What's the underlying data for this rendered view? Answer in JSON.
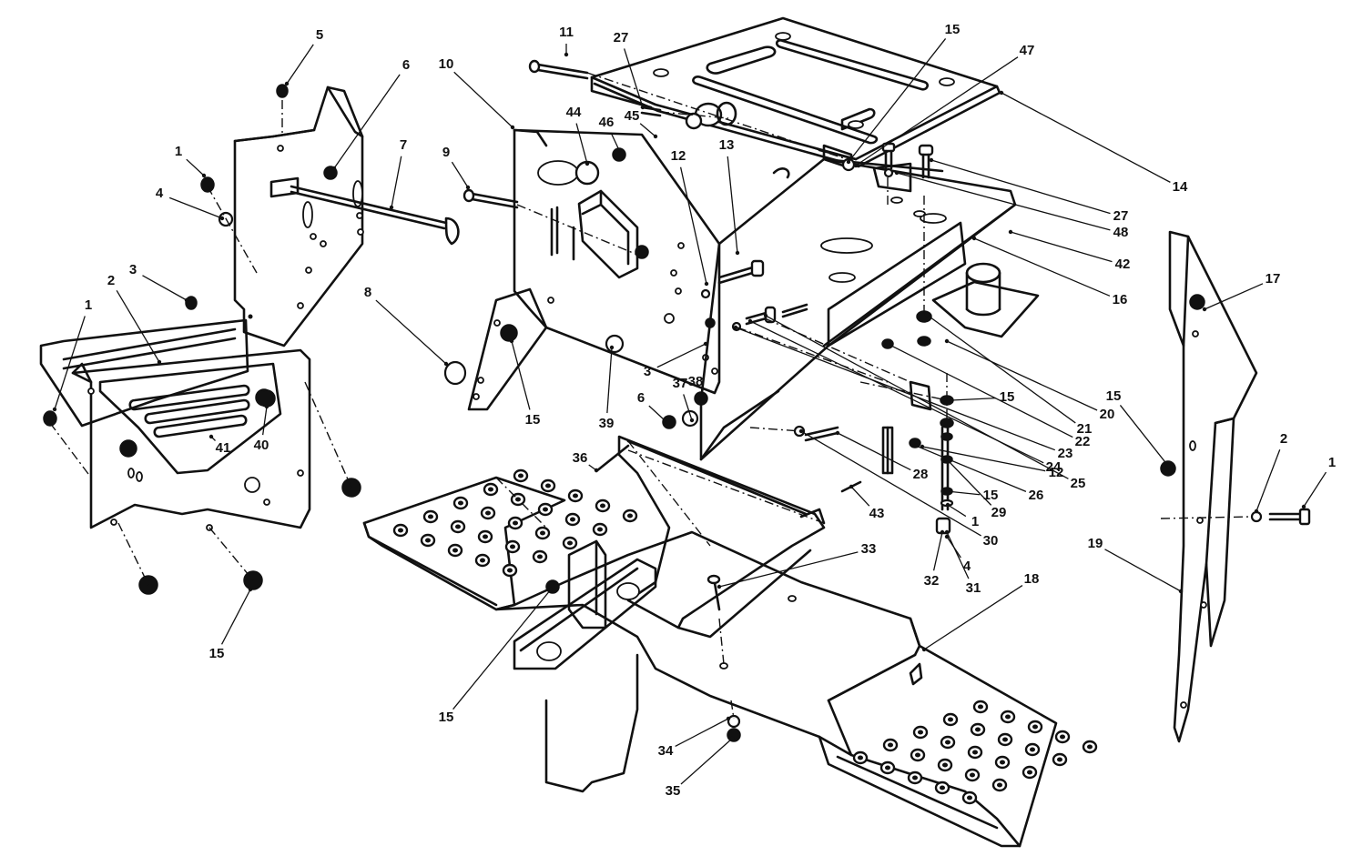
{
  "callouts": [
    {
      "id": "c1",
      "label": "1"
    },
    {
      "id": "c2",
      "label": "1"
    },
    {
      "id": "c3",
      "label": "1"
    },
    {
      "id": "c4",
      "label": "1"
    },
    {
      "id": "c5",
      "label": "2"
    },
    {
      "id": "c6",
      "label": "2"
    },
    {
      "id": "c7",
      "label": "3"
    },
    {
      "id": "c8",
      "label": "3"
    },
    {
      "id": "c9",
      "label": "4"
    },
    {
      "id": "c10",
      "label": "4"
    },
    {
      "id": "c11",
      "label": "5"
    },
    {
      "id": "c12",
      "label": "6"
    },
    {
      "id": "c13",
      "label": "6"
    },
    {
      "id": "c14",
      "label": "7"
    },
    {
      "id": "c15",
      "label": "8"
    },
    {
      "id": "c16",
      "label": "9"
    },
    {
      "id": "c17",
      "label": "10"
    },
    {
      "id": "c18",
      "label": "11"
    },
    {
      "id": "c19",
      "label": "12"
    },
    {
      "id": "c20",
      "label": "12"
    },
    {
      "id": "c21",
      "label": "13"
    },
    {
      "id": "c22",
      "label": "14"
    },
    {
      "id": "c23",
      "label": "15"
    },
    {
      "id": "c24",
      "label": "15"
    },
    {
      "id": "c25",
      "label": "15"
    },
    {
      "id": "c26",
      "label": "15"
    },
    {
      "id": "c27",
      "label": "15"
    },
    {
      "id": "c28",
      "label": "15"
    },
    {
      "id": "c29",
      "label": "15"
    },
    {
      "id": "c30",
      "label": "16"
    },
    {
      "id": "c31",
      "label": "17"
    },
    {
      "id": "c32",
      "label": "18"
    },
    {
      "id": "c33",
      "label": "19"
    },
    {
      "id": "c34",
      "label": "20"
    },
    {
      "id": "c35",
      "label": "21"
    },
    {
      "id": "c36",
      "label": "22"
    },
    {
      "id": "c37",
      "label": "23"
    },
    {
      "id": "c38",
      "label": "24"
    },
    {
      "id": "c39",
      "label": "25"
    },
    {
      "id": "c40",
      "label": "26"
    },
    {
      "id": "c41",
      "label": "27"
    },
    {
      "id": "c42",
      "label": "27"
    },
    {
      "id": "c43",
      "label": "28"
    },
    {
      "id": "c44",
      "label": "29"
    },
    {
      "id": "c45",
      "label": "30"
    },
    {
      "id": "c46",
      "label": "31"
    },
    {
      "id": "c47",
      "label": "32"
    },
    {
      "id": "c48",
      "label": "33"
    },
    {
      "id": "c49",
      "label": "34"
    },
    {
      "id": "c50",
      "label": "35"
    },
    {
      "id": "c51",
      "label": "36"
    },
    {
      "id": "c52",
      "label": "37"
    },
    {
      "id": "c53",
      "label": "38"
    },
    {
      "id": "c54",
      "label": "39"
    },
    {
      "id": "c55",
      "label": "40"
    },
    {
      "id": "c56",
      "label": "41"
    },
    {
      "id": "c57",
      "label": "42"
    },
    {
      "id": "c58",
      "label": "43"
    },
    {
      "id": "c59",
      "label": "44"
    },
    {
      "id": "c60",
      "label": "45"
    },
    {
      "id": "c61",
      "label": "46"
    },
    {
      "id": "c62",
      "label": "47"
    },
    {
      "id": "c63",
      "label": "48"
    }
  ]
}
